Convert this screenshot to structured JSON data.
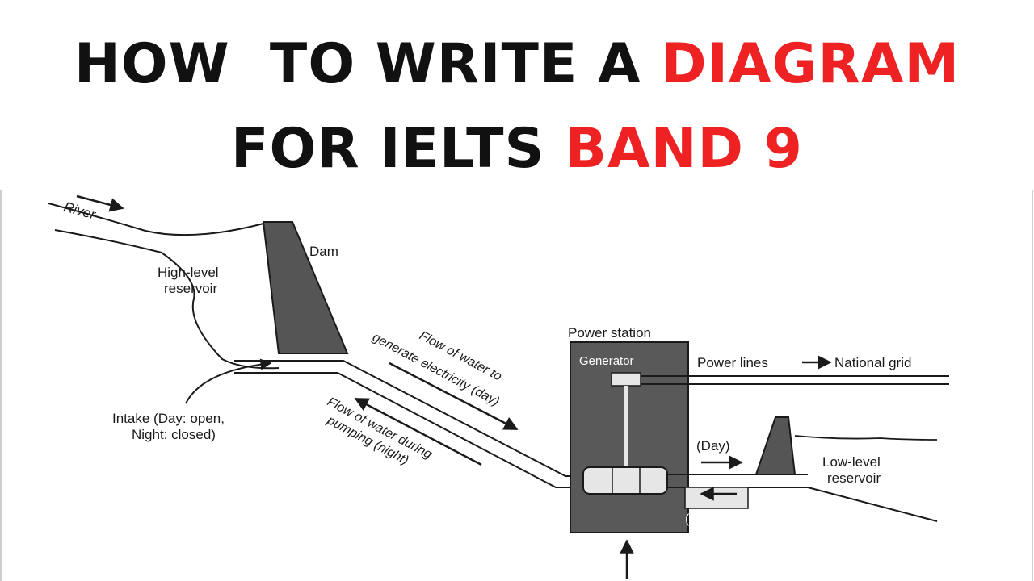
{
  "title": {
    "line1_plain": "HOW  TO WRITE A ",
    "line1_accent": "DIAGRAM",
    "line2_plain": "FOR IELTS ",
    "line2_accent": "BAND 9"
  },
  "colors": {
    "accent": "#ee2222",
    "text": "#111111",
    "dam_fill": "#555555",
    "station_fill": "#595959"
  },
  "diagram": {
    "river": "River",
    "dam": "Dam",
    "high_reservoir_line1": "High-level",
    "high_reservoir_line2": "reservoir",
    "intake_line1": "Intake (Day: open,",
    "intake_line2": "Night: closed)",
    "flow_day_line1": "Flow of water to",
    "flow_day_line2": "generate electricity (day)",
    "flow_night_line1": "Flow of water during",
    "flow_night_line2": "pumping (night)",
    "power_station": "Power station",
    "generator": "Generator",
    "power_lines": "Power lines",
    "national_grid": "National grid",
    "day": "(Day)",
    "night": "(Night)",
    "low_reservoir_line1": "Low-level",
    "low_reservoir_line2": "reservoir"
  }
}
